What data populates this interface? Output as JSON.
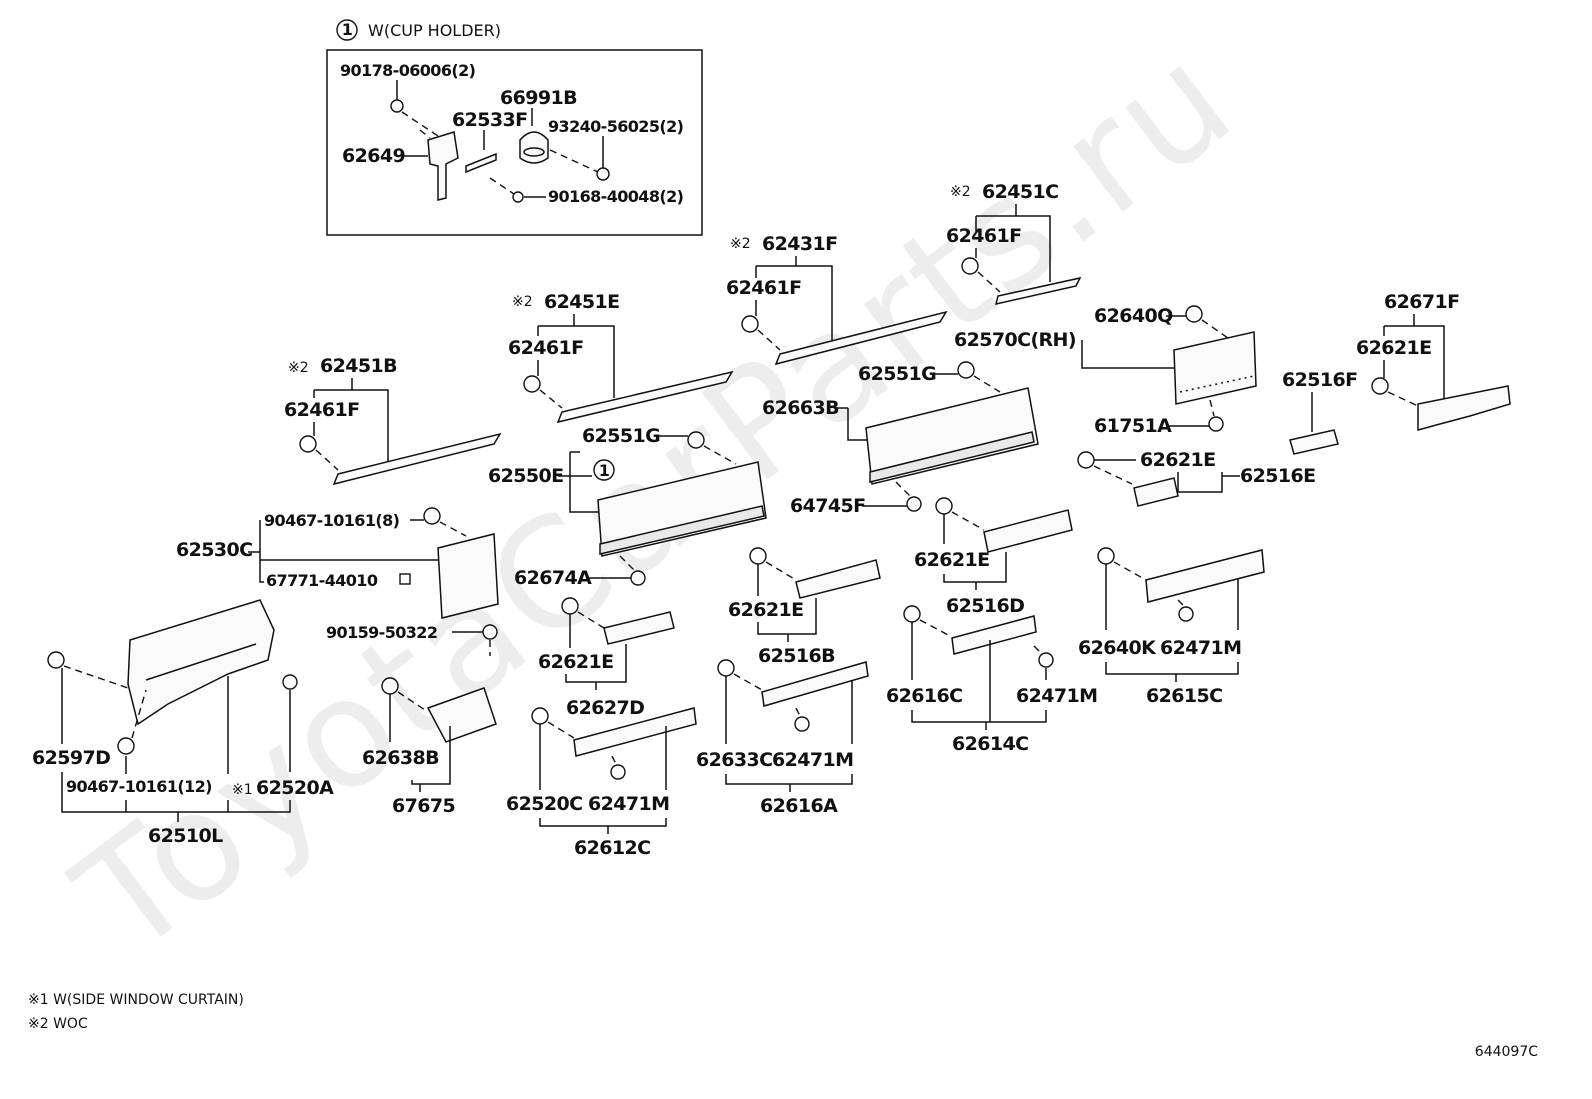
{
  "watermark": "ToyotaCarParts.ru",
  "diagram_code": "644097C",
  "notes": [
    "※1 W(SIDE WINDOW CURTAIN)",
    "※2 WOC"
  ],
  "inset": {
    "marker": "1",
    "title": "W(CUP HOLDER)",
    "labels": {
      "p90178": "90178-06006(2)",
      "p66991B": "66991B",
      "p62533F": "62533F",
      "p93240": "93240-56025(2)",
      "p62649": "62649",
      "p90168": "90168-40048(2)"
    }
  },
  "labels": {
    "p62451C": "62451C",
    "p62451C_mark": "※2",
    "p62461F_a": "62461F",
    "p62431F": "62431F",
    "p62431F_mark": "※2",
    "p62461F_b": "62461F",
    "p62451E": "62451E",
    "p62451E_mark": "※2",
    "p62461F_c": "62461F",
    "p62451B": "62451B",
    "p62451B_mark": "※2",
    "p62461F_d": "62461F",
    "p62640Q": "62640Q",
    "p62570C": "62570C(RH)",
    "p61751A": "61751A",
    "p62671F": "62671F",
    "p62621E_a": "62621E",
    "p62516F": "62516F",
    "p62551G_a": "62551G",
    "p62663B": "62663B",
    "p64745F": "64745F",
    "p62621E_b": "62621E",
    "p62516E": "62516E",
    "p62551G_b": "62551G",
    "p62550E": "62550E",
    "p62550E_marker": "1",
    "p62674A": "62674A",
    "p90467_8": "90467-10161(8)",
    "p62530C": "62530C",
    "p67771": "67771-44010",
    "p90159": "90159-50322",
    "p62621E_c": "62621E",
    "p62516D": "62516D",
    "p62621E_d": "62621E",
    "p62516B": "62516B",
    "p62621E_e": "62621E",
    "p62627D": "62627D",
    "p62616C": "62616C",
    "p62471M_a": "62471M",
    "p62614C": "62614C",
    "p62640K": "62640K",
    "p62471M_b": "62471M",
    "p62615C": "62615C",
    "p62597D": "62597D",
    "p90467_12": "90467-10161(12)",
    "p62520A": "62520A",
    "p62520A_mark": "※1",
    "p62510L": "62510L",
    "p62638B": "62638B",
    "p67675": "67675",
    "p62520C": "62520C",
    "p62471M_c": "62471M",
    "p62612C": "62612C",
    "p62633C": "62633C",
    "p62471M_d": "62471M",
    "p62616A": "62616A"
  }
}
